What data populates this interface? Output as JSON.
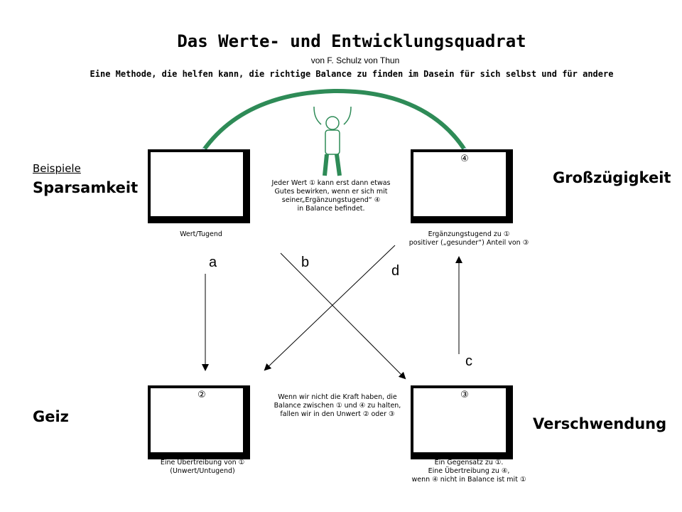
{
  "header": {
    "title": "Das Werte- und Entwicklungsquadrat",
    "author": "von F. Schulz von Thun",
    "subtitle": "Eine Methode, die helfen kann, die richtige Balance zu finden im Dasein für sich selbst und für andere"
  },
  "labels": {
    "examples": "Beispiele",
    "top_left_term": "Sparsamkeit",
    "top_right_term": "Großzügigkeit",
    "bottom_left_term": "Geiz",
    "bottom_right_term": "Verschwendung"
  },
  "boxes": {
    "top_left": {
      "number": "",
      "caption": "Wert/Tugend"
    },
    "top_right": {
      "number": "④",
      "caption_line1": "Ergänzungstugend zu ①",
      "caption_line2": "positiver („gesunder“) Anteil von ③"
    },
    "bottom_left": {
      "number": "②",
      "caption_line1": "Eine Übertreibung von ①",
      "caption_line2": "(Unwert/Untugend)"
    },
    "bottom_right": {
      "number": "③",
      "caption_line1": "Ein Gegensatz zu ①.",
      "caption_line2": "Eine Übertreibung zu ④,",
      "caption_line3": "wenn ④ nicht in Balance ist mit ①"
    }
  },
  "notes": {
    "center_top_line1": "Jeder Wert ① kann erst dann etwas",
    "center_top_line2": "Gutes bewirken, wenn er sich mit",
    "center_top_line3": "seiner„Ergänzungstugend“ ④",
    "center_top_line4": "in Balance befindet.",
    "center_bottom_line1": "Wenn wir nicht die Kraft haben, die",
    "center_bottom_line2": "Balance zwischen ① und ④ zu halten,",
    "center_bottom_line3": "fallen wir in den Unwert ② oder ③"
  },
  "arrows": {
    "a": "a",
    "b": "b",
    "c": "c",
    "d": "d"
  },
  "colors": {
    "arc": "#2e8b57",
    "figure_outline": "#2e8b57",
    "figure_legs": "#2e8b57"
  }
}
